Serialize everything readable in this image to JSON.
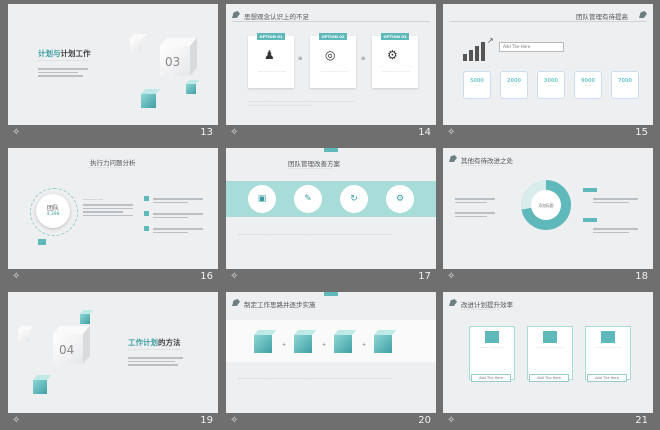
{
  "slides": [
    {
      "number": "13",
      "title_a": "计划与",
      "title_b": "计划工作",
      "big_number": "03"
    },
    {
      "number": "14",
      "title": "思想观念认识上的不足",
      "options": [
        "OPTION 01",
        "OPTION 02",
        "OPTION 03"
      ]
    },
    {
      "number": "15",
      "title": "团队管理有待提高",
      "button_label": "Add The Here",
      "stats": [
        "5000",
        "2000",
        "3000",
        "9000",
        "7000"
      ]
    },
    {
      "number": "16",
      "title": "执行力问题分析",
      "center_label": "团队",
      "center_value": "4,398"
    },
    {
      "number": "17",
      "title": "团队管理改善方案"
    },
    {
      "number": "18",
      "title": "其他有待改进之处",
      "ring_label": "添加标题"
    },
    {
      "number": "19",
      "big_number": "04",
      "title_a": "工作计划",
      "title_b": "的方法"
    },
    {
      "number": "20",
      "title": "制定工作思路并逐步实施"
    },
    {
      "number": "21",
      "title": "改进计划提升效率",
      "button_label": "Add The Here"
    }
  ],
  "colors": {
    "background": "#6f6f6f",
    "slide": "#eeeff1",
    "accent": "#3a9ea3",
    "accent_light": "#8fd7d5"
  }
}
